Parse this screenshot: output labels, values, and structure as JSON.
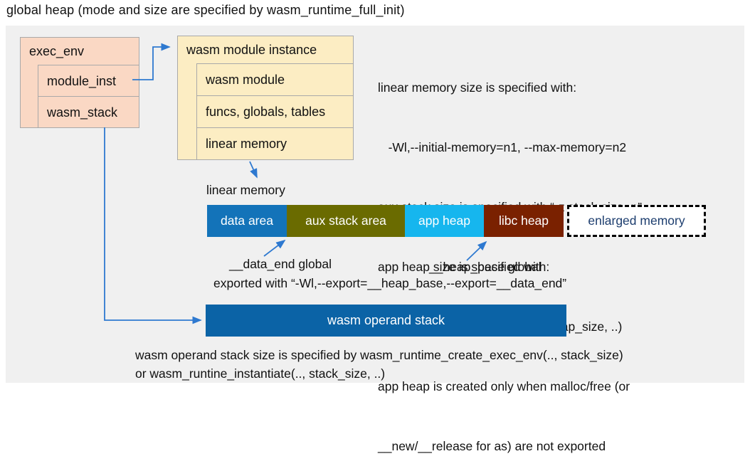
{
  "title": "global heap (mode and size are specified by wasm_runtime_full_init)",
  "exec_env": {
    "header": "exec_env",
    "rows": [
      "module_inst",
      "wasm_stack"
    ]
  },
  "module_instance": {
    "header": "wasm module instance",
    "rows": [
      "wasm module",
      "funcs, globals, tables",
      "linear memory"
    ]
  },
  "notes_right": [
    "linear memory size is specified with:",
    "   -Wl,--initial-memory=n1, --max-memory=n2",
    "aux stack size is specified with “-z stack-size=n”",
    "app heap size is specified with:",
    "  wasm_runtime_instantiate(.., heap_size, ..)",
    "app heap is created only when malloc/free (or",
    "__new/__release for as) are not exported"
  ],
  "linear_memory": {
    "label": "linear memory",
    "segments": [
      {
        "label": "data area",
        "color": "#1373b9",
        "text_color": "#ffffff"
      },
      {
        "label": "aux stack area",
        "color": "#6a6b00",
        "text_color": "#ffffff"
      },
      {
        "label": "app heap",
        "color": "#16b6ee",
        "text_color": "#ffffff"
      },
      {
        "label": "libc heap",
        "color": "#7a2100",
        "text_color": "#ffffff"
      },
      {
        "label": "enlarged memory",
        "color": "#ffffff",
        "text_color": "#1c3d6e",
        "style": "dashed"
      }
    ]
  },
  "annotations": {
    "data_end": "__data_end global",
    "heap_base": "__heap_base global",
    "exported": "exported with “-Wl,--export=__heap_base,--export=__data_end”"
  },
  "operand_stack": {
    "label": "wasm operand stack",
    "color": "#0b63a6"
  },
  "footer_lines": [
    "wasm operand stack size is specified by wasm_runtime_create_exec_env(.., stack_size)",
    "or wasm_runtine_instantiate(.., stack_size, ..)"
  ],
  "colors": {
    "panel_bg": "#f0f0f0",
    "exec_env_fill": "#fad8c4",
    "instance_fill": "#fcedc3",
    "box_border": "#a9a9a9",
    "arrow_blue": "#2e79d0"
  }
}
